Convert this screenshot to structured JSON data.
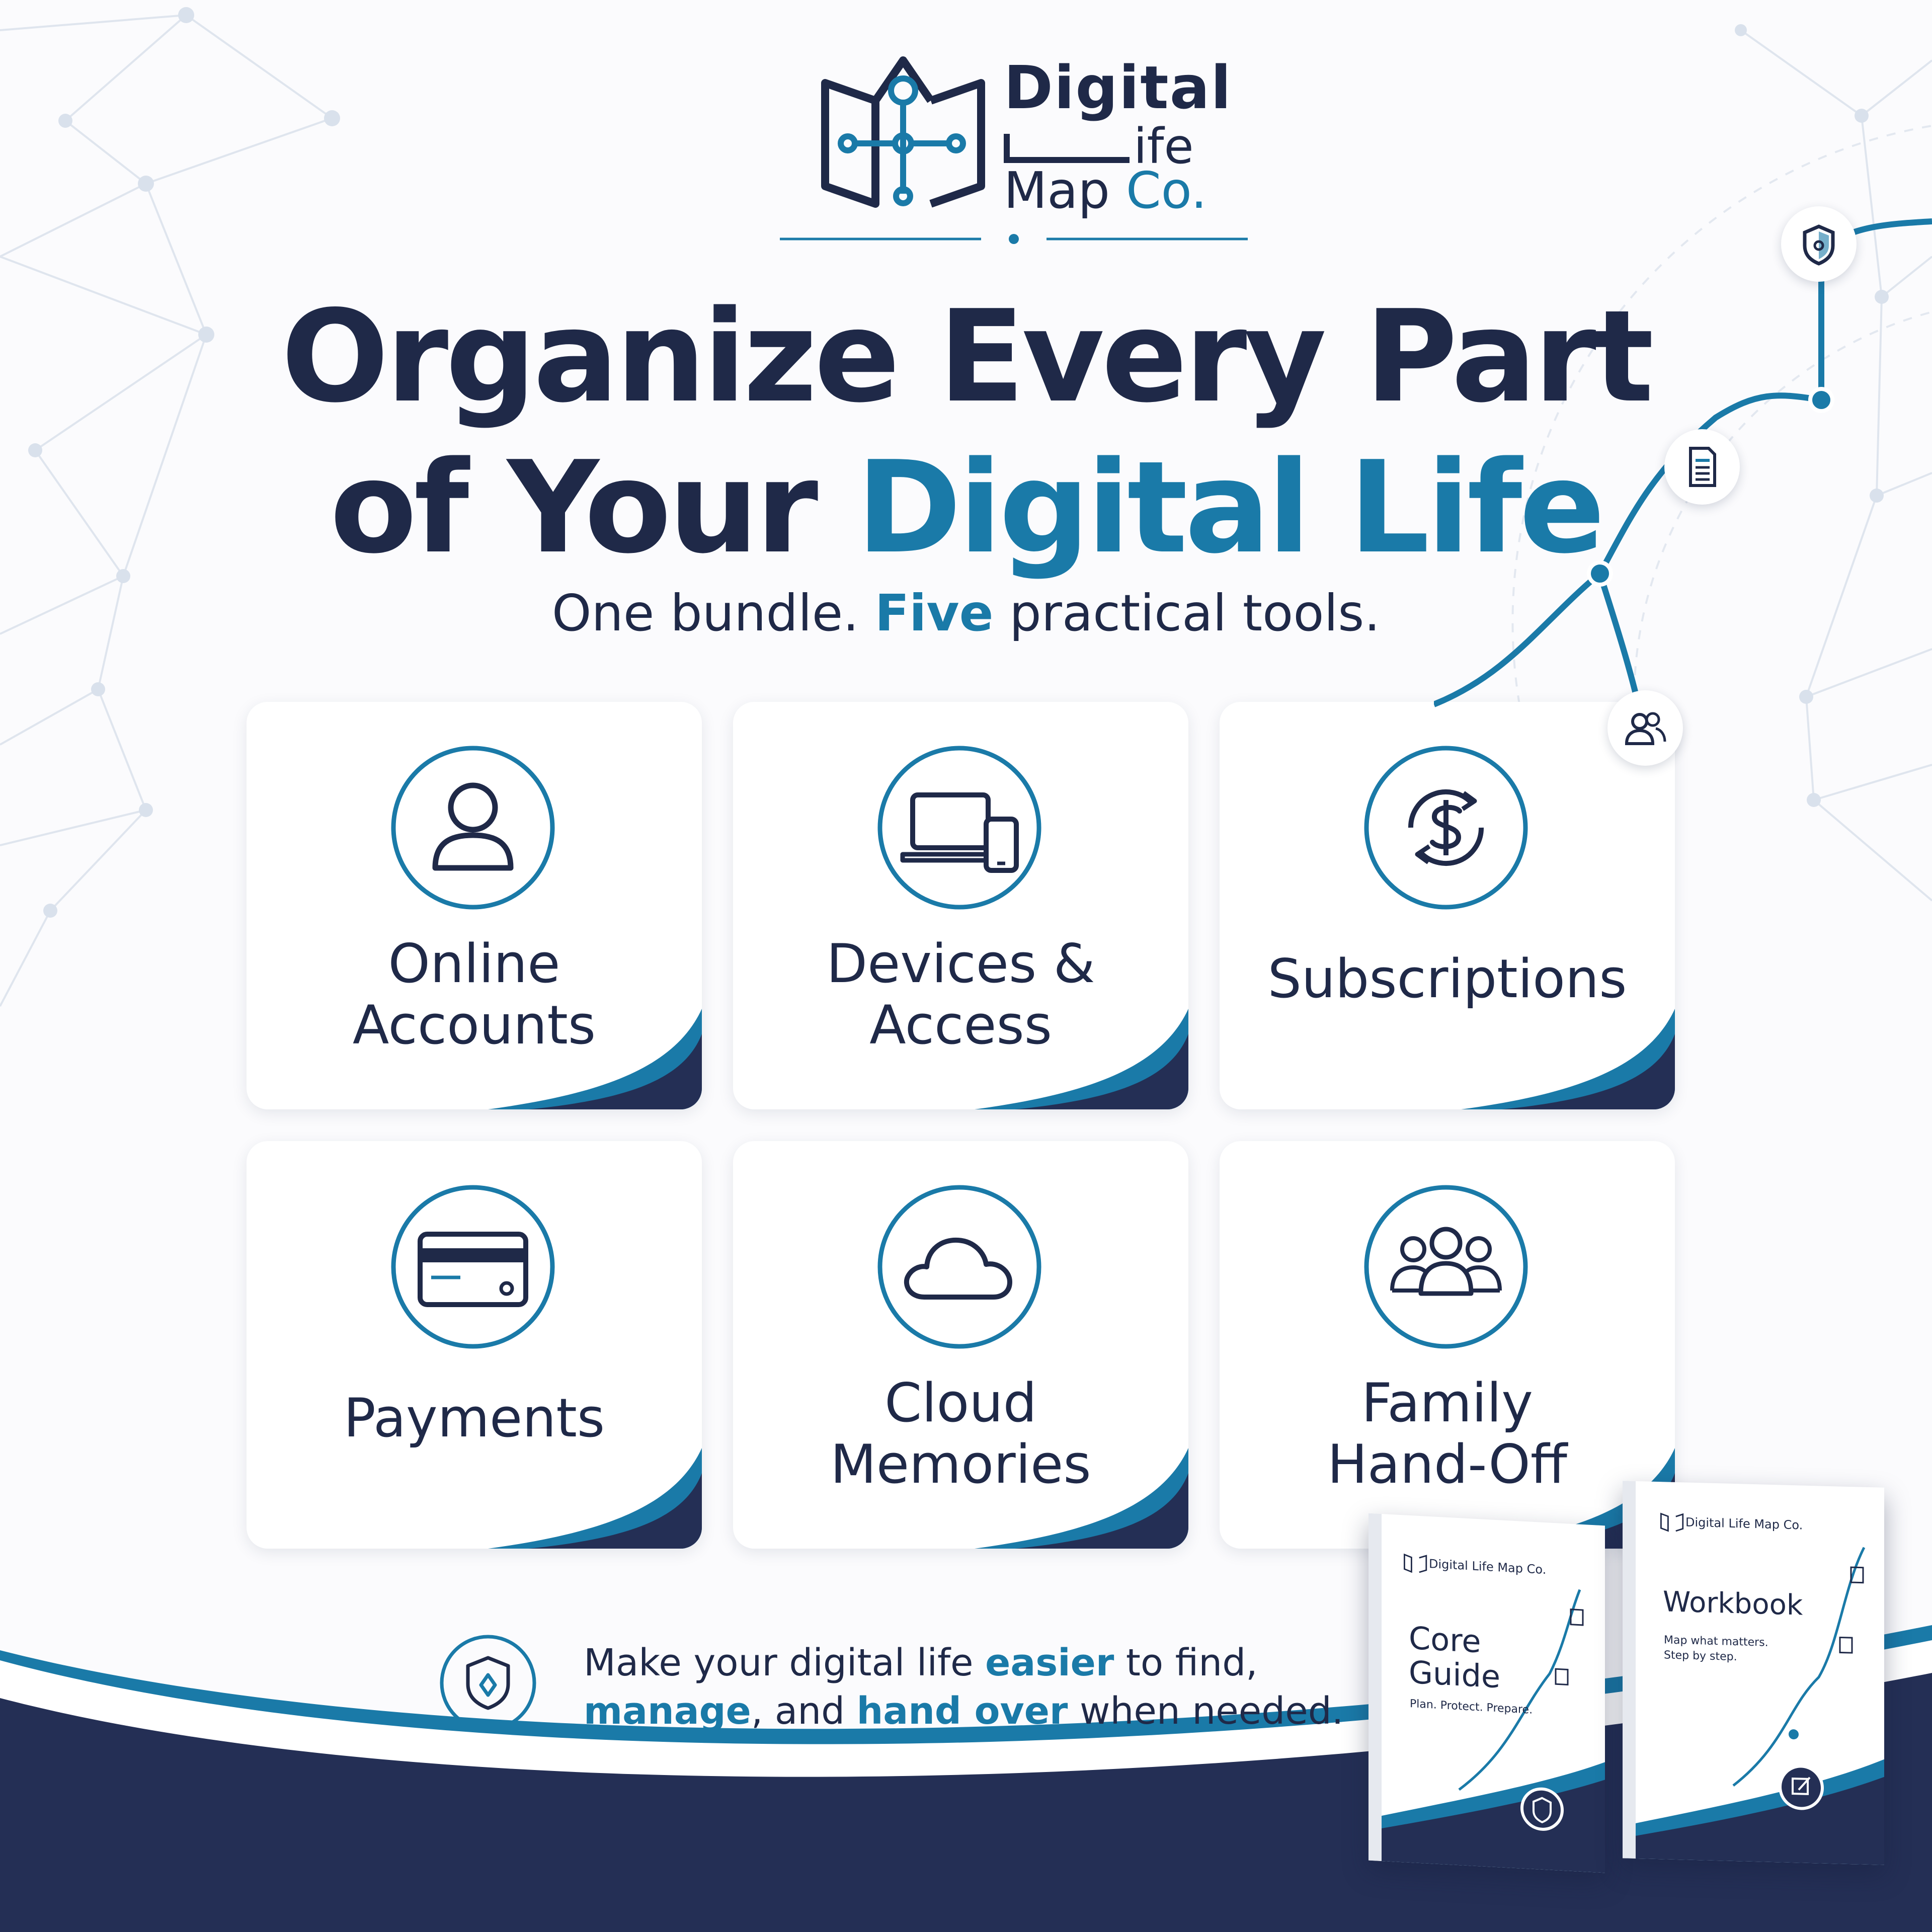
{
  "brand": {
    "line1": "Digital",
    "line2": "ife",
    "line3_main": "Map",
    "line3_accent": "Co."
  },
  "headline": {
    "line1": "Organize Every Part",
    "line2_main": "of Your",
    "line2_accent": "Digital Life"
  },
  "subheadline": {
    "part1": "One bundle.",
    "accent": "Five",
    "part2": "practical tools."
  },
  "cards": [
    {
      "label_line1": "Online",
      "label_line2": "Accounts",
      "icon": "user-icon"
    },
    {
      "label_line1": "Devices &",
      "label_line2": "Access",
      "icon": "devices-icon"
    },
    {
      "label_line1": "Subscriptions",
      "icon": "subscription-dollar-icon"
    },
    {
      "label_line1": "Payments",
      "icon": "credit-card-icon"
    },
    {
      "label_line1": "Cloud",
      "label_line2": "Memories",
      "icon": "cloud-icon"
    },
    {
      "label_line1": "Family",
      "label_line2": "Hand-Off",
      "icon": "family-icon"
    }
  ],
  "tagline": {
    "t1": "Make your digital life",
    "a1": "easier",
    "t2": "to find,",
    "a2": "manage",
    "t3": ", and",
    "a3": "hand over",
    "t4": "when needed."
  },
  "books": [
    {
      "brand": "Digital Life Map Co.",
      "title_line1": "Core",
      "title_line2": "Guide",
      "subtitle": "Plan. Protect. Prepare."
    },
    {
      "brand": "Digital Life Map Co.",
      "title_line1": "Workbook",
      "subtitle_line1": "Map what matters.",
      "subtitle_line2": "Step by step."
    }
  ],
  "colors": {
    "navy": "#1f2948",
    "accent_blue": "#1a7aa8",
    "dark_band": "#242f55"
  }
}
